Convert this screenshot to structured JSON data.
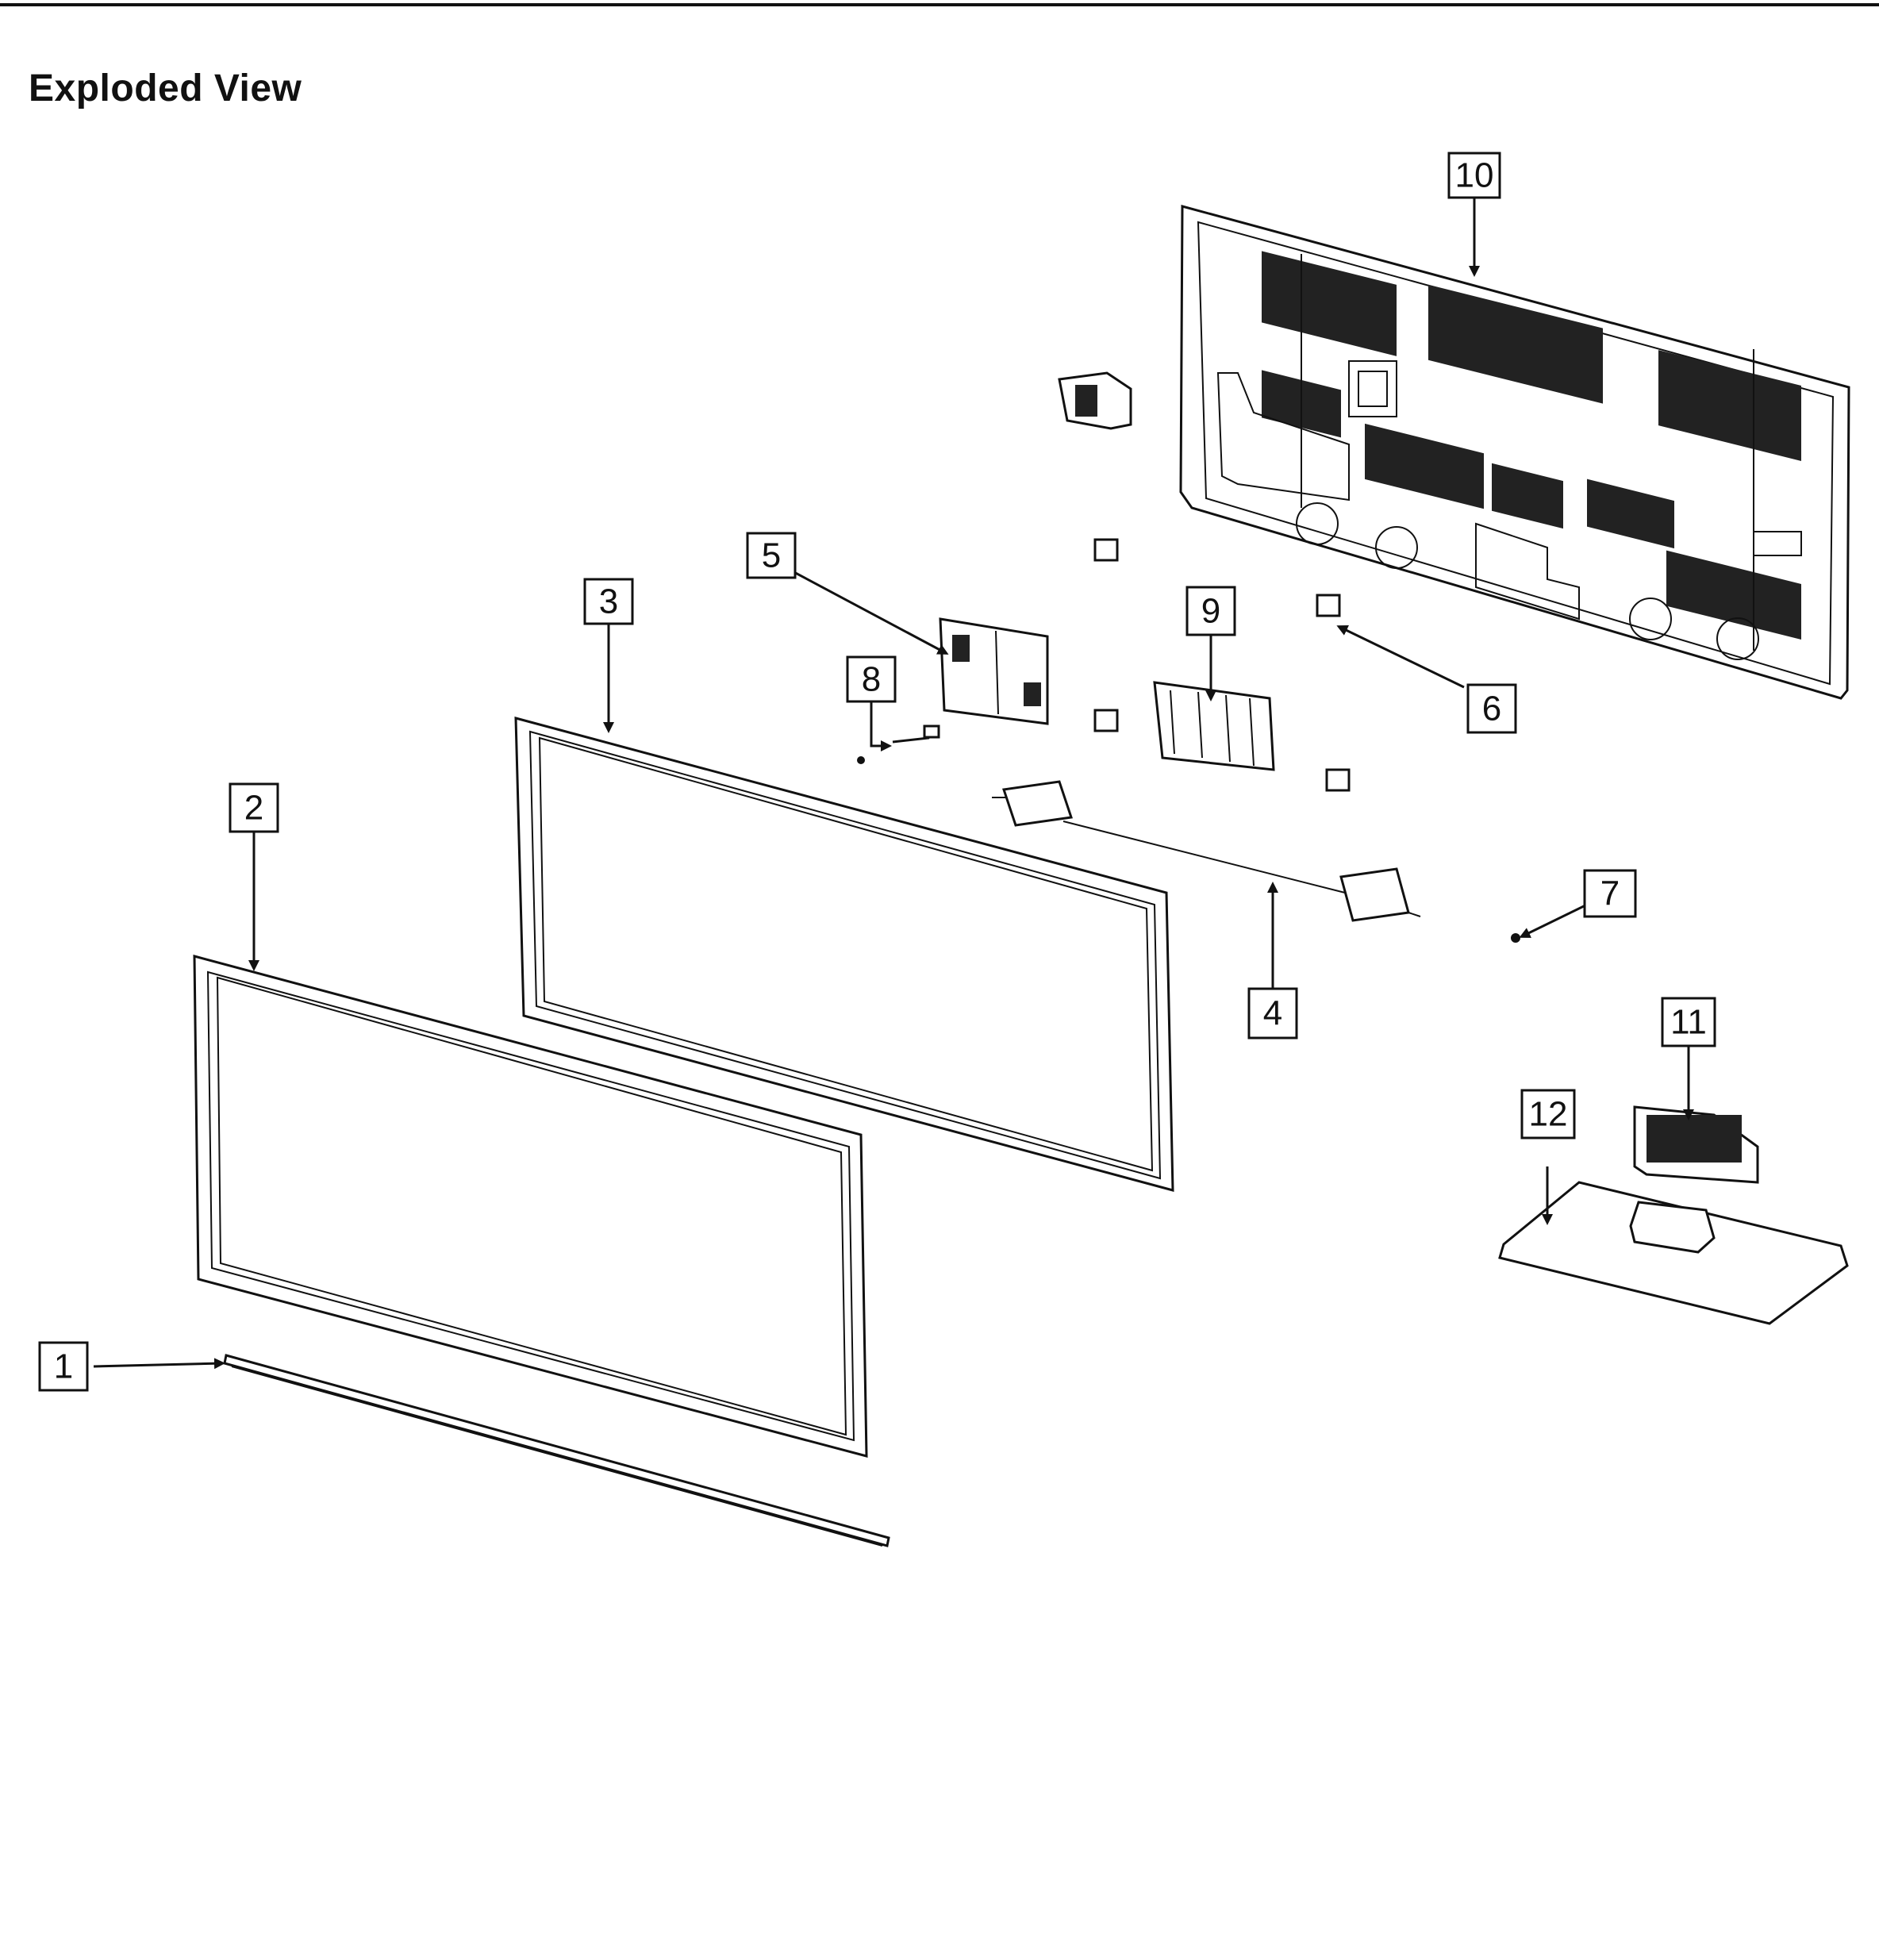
{
  "header": {
    "title": "Exploded View"
  },
  "callouts": [
    {
      "id": "c1",
      "label": "1"
    },
    {
      "id": "c2",
      "label": "2"
    },
    {
      "id": "c3",
      "label": "3"
    },
    {
      "id": "c4",
      "label": "4"
    },
    {
      "id": "c5",
      "label": "5"
    },
    {
      "id": "c6",
      "label": "6"
    },
    {
      "id": "c7",
      "label": "7"
    },
    {
      "id": "c8",
      "label": "8"
    },
    {
      "id": "c9",
      "label": "9"
    },
    {
      "id": "c10",
      "label": "10"
    },
    {
      "id": "c11",
      "label": "11"
    },
    {
      "id": "c12",
      "label": "12"
    }
  ]
}
